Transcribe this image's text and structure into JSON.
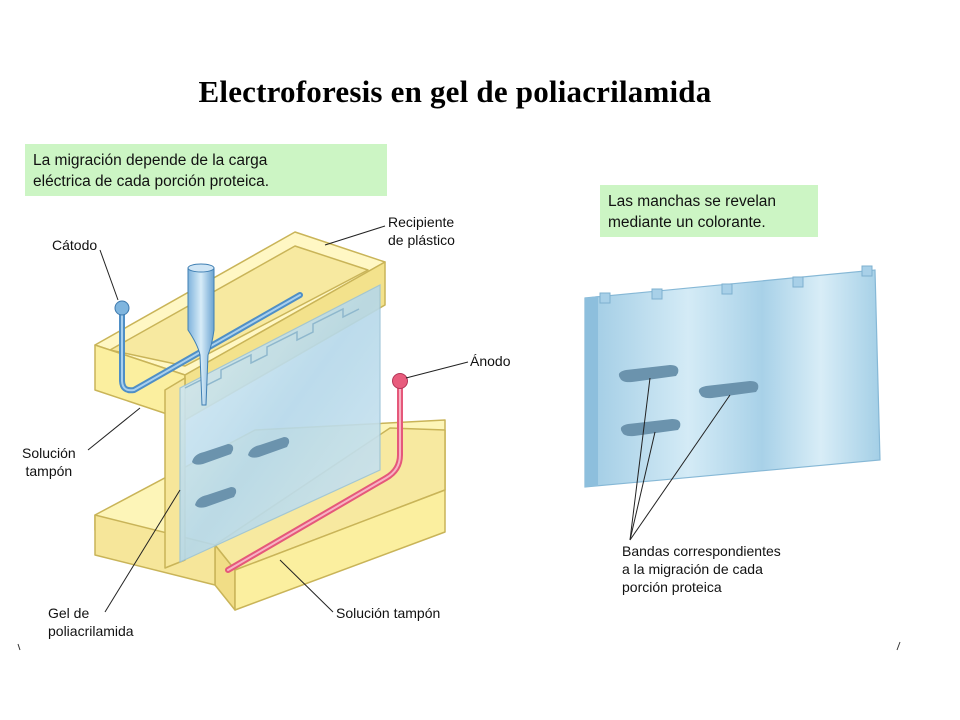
{
  "title": "Electroforesis en gel de poliacrilamida",
  "notes": {
    "migration": [
      "La migración depende de la carga",
      "eléctrica de cada porción proteica."
    ],
    "stain": [
      "Las manchas se revelan",
      "mediante un colorante."
    ]
  },
  "labels": {
    "container": [
      "Recipiente",
      "de plástico"
    ],
    "cathode": "Cátodo",
    "anode": "Ánodo",
    "buffer_left": [
      "Solución",
      "tampón"
    ],
    "gel": [
      "Gel de",
      "poliacrilamida"
    ],
    "buffer_bottom": "Solución tampón",
    "bands": [
      "Bandas correspondientes",
      "a la migración de cada",
      "porción proteica"
    ]
  },
  "colors": {
    "note_background": "#ccf5c4",
    "container_fill": "#fdf5b8",
    "container_stroke": "#c9b458",
    "gel": "#b9dced",
    "cathode_wire": "#4f8fc6",
    "anode_wire": "#e5587a"
  }
}
